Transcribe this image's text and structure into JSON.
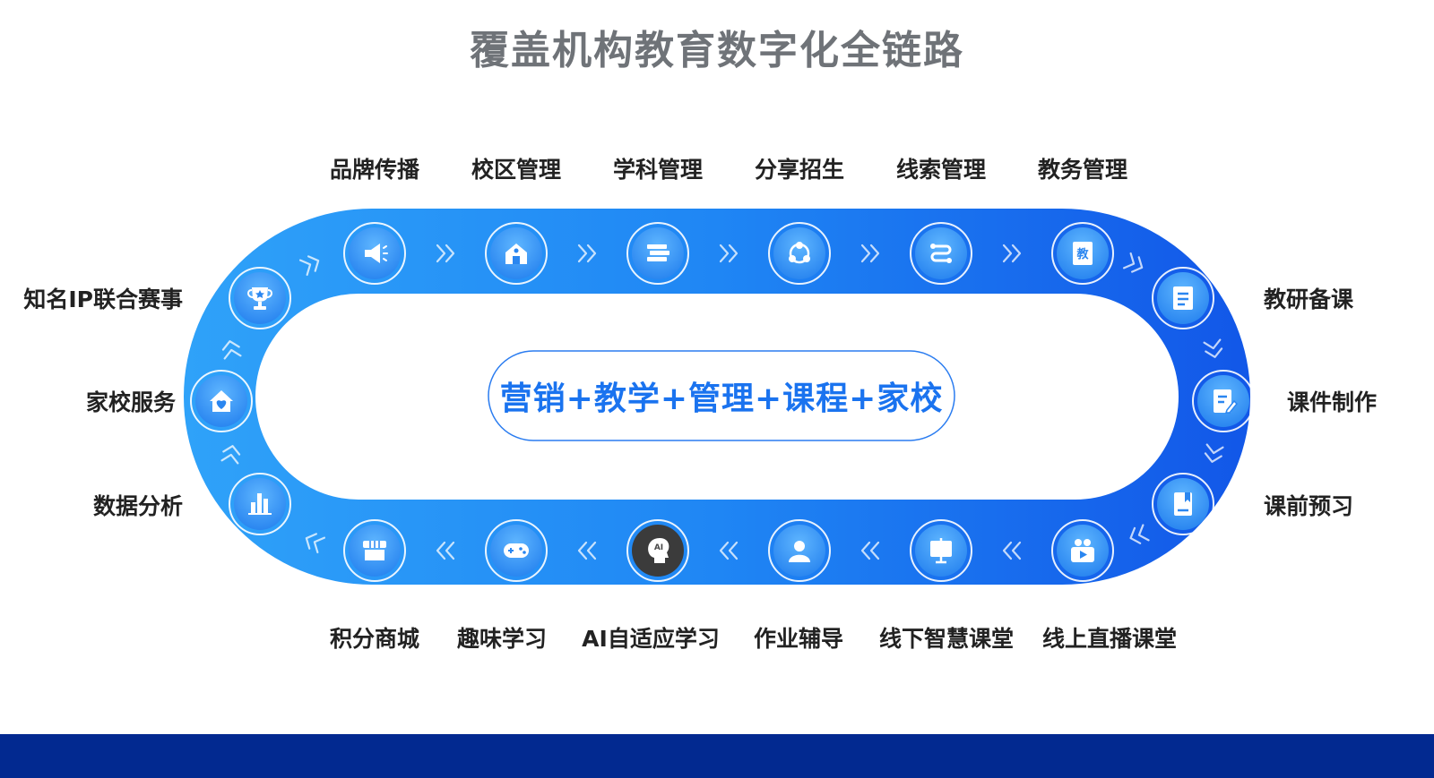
{
  "title": "覆盖机构教育数字化全链路",
  "center_text": "营销+教学+管理+课程+家校",
  "top_labels": [
    "品牌传播",
    "校区管理",
    "学科管理",
    "分享招生",
    "线索管理",
    "教务管理"
  ],
  "right_labels": [
    "教研备课",
    "课件制作",
    "课前预习"
  ],
  "bottom_labels": [
    "积分商城",
    "趣味学习",
    "AI自适应学习",
    "作业辅导",
    "线下智慧课堂",
    "线上直播课堂"
  ],
  "left_labels": [
    "知名IP联合赛事",
    "家校服务",
    "数据分析"
  ],
  "icon_text": {
    "book": "教",
    "ai": "AI"
  },
  "icons": {
    "top": [
      "megaphone-icon",
      "school-icon",
      "books-icon",
      "share-icon",
      "route-icon",
      "textbook-icon"
    ],
    "right": [
      "notepad-icon",
      "edit-document-icon",
      "book-icon"
    ],
    "bottom": [
      "store-icon",
      "gamepad-icon",
      "ai-head-icon",
      "person-icon",
      "whiteboard-icon",
      "live-camera-icon"
    ],
    "left": [
      "trophy-icon",
      "home-icon",
      "bar-chart-icon"
    ]
  },
  "colors": {
    "title": "#6f7378",
    "band_light": "#2f9cf8",
    "band_dark": "#1257e8",
    "center_text": "#1a73ef",
    "footer": "#022990"
  }
}
